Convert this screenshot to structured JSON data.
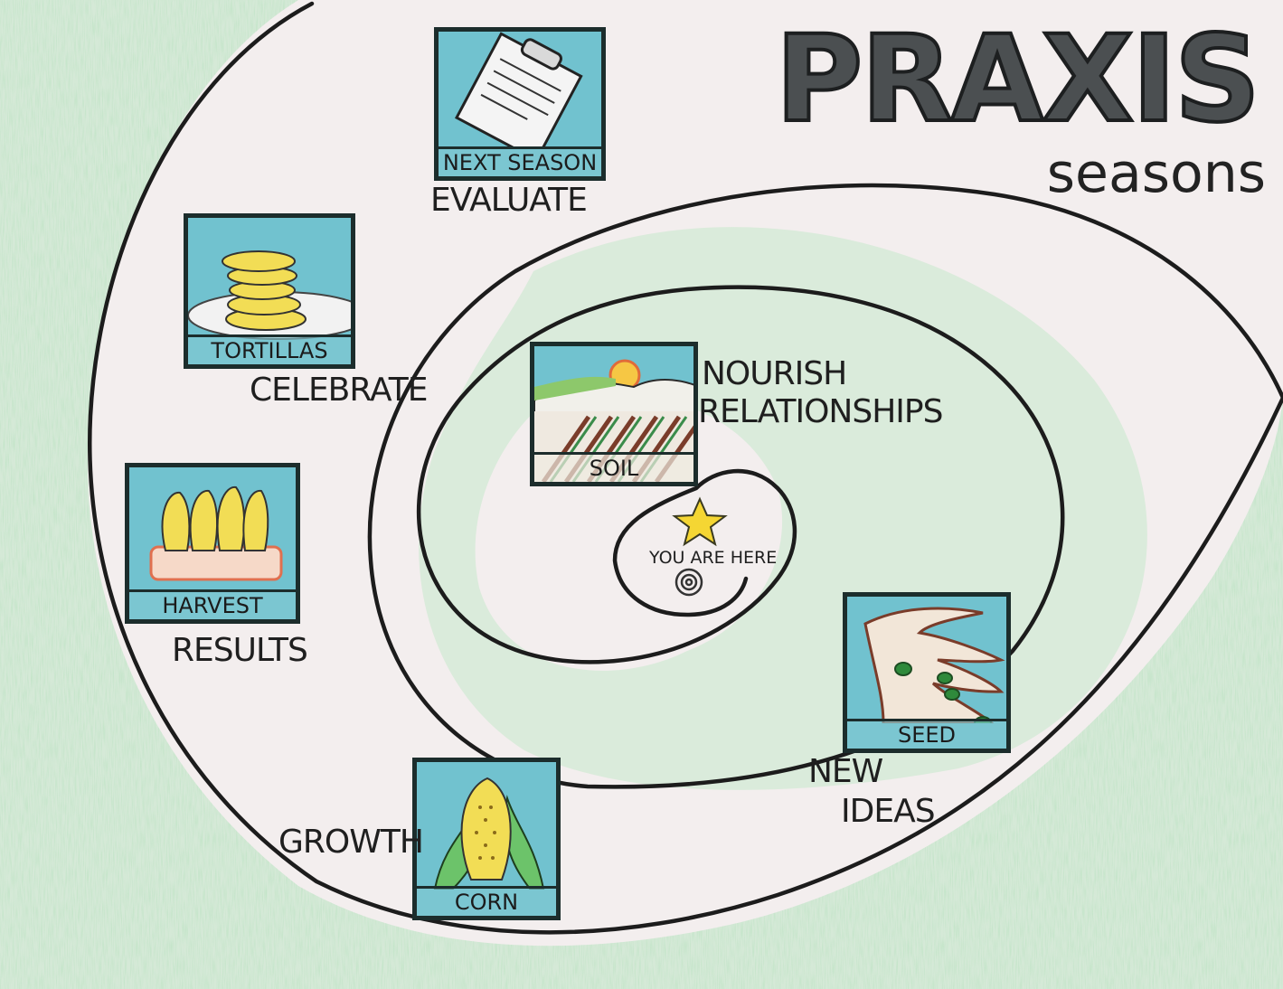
{
  "title": "PRAXIS",
  "subtitle": "seasons",
  "center_label": "YOU ARE HERE",
  "stages": [
    {
      "card_caption": "SOIL",
      "label_lines": [
        "NOURISH",
        "RELATIONSHIPS"
      ]
    },
    {
      "card_caption": "SEED",
      "label_lines": [
        "NEW",
        "IDEAS"
      ]
    },
    {
      "card_caption": "CORN",
      "label_lines": [
        "GROWTH"
      ]
    },
    {
      "card_caption": "HARVEST",
      "label_lines": [
        "RESULTS"
      ]
    },
    {
      "card_caption": "TORTILLAS",
      "label_lines": [
        "CELEBRATE"
      ]
    },
    {
      "card_caption": "NEXT SEASON",
      "label_lines": [
        "EVALUATE"
      ]
    }
  ],
  "colors": {
    "paper": "#f3eeee",
    "crayon_green": "#8fd0a0",
    "card_blue": "#71c2cf",
    "ink": "#1c2d2c",
    "title_gray": "#4b4f51",
    "corn_yellow": "#f2dd55",
    "star_yellow": "#f5d633"
  },
  "icons": [
    "clipboard-icon",
    "tortilla-stack-icon",
    "corn-husks-icon",
    "field-sunrise-icon",
    "hand-seeds-icon",
    "corn-cob-icon",
    "star-icon"
  ]
}
